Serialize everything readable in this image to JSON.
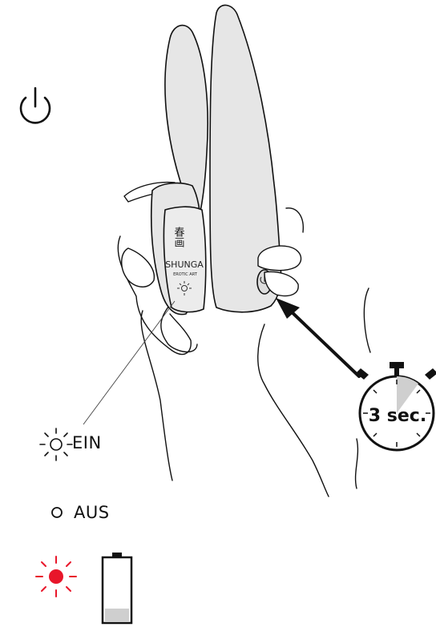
{
  "legend": {
    "on_label": "EIN",
    "off_label": "AUS"
  },
  "device": {
    "brand_glyph": "春画",
    "brand_name": "SHUNGA",
    "brand_tagline": "EROTIC ART"
  },
  "timer": {
    "label": "3 sec."
  },
  "icons": {
    "power": "power-icon",
    "led_on": "led-on-icon",
    "led_off": "led-off-icon",
    "led_low_battery": "led-red-blink-icon",
    "battery_low": "battery-low-icon",
    "stopwatch": "stopwatch-icon"
  },
  "colors": {
    "device_fill": "#e6e6e6",
    "line": "#111111",
    "battery_level": "#cfcfcf",
    "warning_led": "#e8162a"
  }
}
